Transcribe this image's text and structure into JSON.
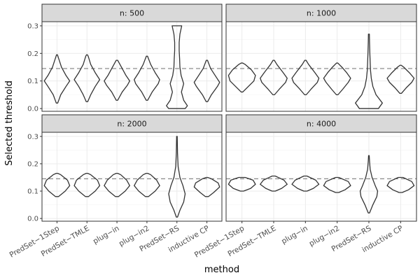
{
  "chart_data": {
    "type": "violin",
    "xlabel": "method",
    "ylabel": "Selected threshold",
    "ylim": [
      -0.01,
      0.315
    ],
    "yticks": [
      0.0,
      0.1,
      0.2,
      0.3
    ],
    "ytick_labels": [
      "0.0",
      "0.1",
      "0.2",
      "0.3"
    ],
    "reference_line": 0.145,
    "grid": true,
    "categories": [
      "PredSet−1Step",
      "PredSet−TMLE",
      "plug−in",
      "plug−in2",
      "PredSet−RS",
      "inductive CP"
    ],
    "colors": {
      "violin": "#333333",
      "panel_border": "#333333",
      "strip_fill": "#d9d9d9",
      "grid": "#ebebeb",
      "refline": "#808080"
    },
    "facets": [
      {
        "label": "n: 500",
        "violins": [
          {
            "profile": [
              [
                0.02,
                0.05
              ],
              [
                0.05,
                0.25
              ],
              [
                0.08,
                0.6
              ],
              [
                0.1,
                0.85
              ],
              [
                0.12,
                0.6
              ],
              [
                0.15,
                0.3
              ],
              [
                0.18,
                0.12
              ],
              [
                0.195,
                0.03
              ]
            ]
          },
          {
            "profile": [
              [
                0.025,
                0.05
              ],
              [
                0.05,
                0.25
              ],
              [
                0.08,
                0.55
              ],
              [
                0.105,
                0.85
              ],
              [
                0.13,
                0.55
              ],
              [
                0.16,
                0.25
              ],
              [
                0.19,
                0.08
              ],
              [
                0.195,
                0.03
              ]
            ]
          },
          {
            "profile": [
              [
                0.03,
                0.05
              ],
              [
                0.06,
                0.35
              ],
              [
                0.085,
                0.7
              ],
              [
                0.1,
                0.85
              ],
              [
                0.12,
                0.6
              ],
              [
                0.15,
                0.3
              ],
              [
                0.175,
                0.05
              ]
            ]
          },
          {
            "profile": [
              [
                0.03,
                0.05
              ],
              [
                0.06,
                0.35
              ],
              [
                0.09,
                0.75
              ],
              [
                0.105,
                0.85
              ],
              [
                0.13,
                0.55
              ],
              [
                0.16,
                0.25
              ],
              [
                0.19,
                0.04
              ]
            ]
          },
          {
            "profile": [
              [
                0.0,
                0.55
              ],
              [
                0.01,
                0.7
              ],
              [
                0.03,
                0.45
              ],
              [
                0.06,
                0.3
              ],
              [
                0.09,
                0.45
              ],
              [
                0.12,
                0.28
              ],
              [
                0.15,
                0.2
              ],
              [
                0.18,
                0.18
              ],
              [
                0.21,
                0.15
              ],
              [
                0.24,
                0.15
              ],
              [
                0.27,
                0.2
              ],
              [
                0.29,
                0.28
              ],
              [
                0.3,
                0.32
              ]
            ]
          },
          {
            "profile": [
              [
                0.025,
                0.05
              ],
              [
                0.05,
                0.3
              ],
              [
                0.08,
                0.7
              ],
              [
                0.095,
                0.85
              ],
              [
                0.12,
                0.55
              ],
              [
                0.145,
                0.25
              ],
              [
                0.175,
                0.04
              ]
            ]
          }
        ]
      },
      {
        "label": "n: 1000",
        "violins": [
          {
            "profile": [
              [
                0.06,
                0.05
              ],
              [
                0.08,
                0.4
              ],
              [
                0.1,
                0.75
              ],
              [
                0.12,
                0.85
              ],
              [
                0.14,
                0.6
              ],
              [
                0.16,
                0.2
              ],
              [
                0.165,
                0.05
              ]
            ]
          },
          {
            "profile": [
              [
                0.05,
                0.05
              ],
              [
                0.07,
                0.35
              ],
              [
                0.095,
                0.75
              ],
              [
                0.11,
                0.85
              ],
              [
                0.13,
                0.6
              ],
              [
                0.16,
                0.2
              ],
              [
                0.175,
                0.04
              ]
            ]
          },
          {
            "profile": [
              [
                0.05,
                0.05
              ],
              [
                0.07,
                0.35
              ],
              [
                0.095,
                0.75
              ],
              [
                0.11,
                0.85
              ],
              [
                0.13,
                0.6
              ],
              [
                0.16,
                0.2
              ],
              [
                0.175,
                0.04
              ]
            ]
          },
          {
            "profile": [
              [
                0.05,
                0.05
              ],
              [
                0.07,
                0.35
              ],
              [
                0.095,
                0.7
              ],
              [
                0.11,
                0.85
              ],
              [
                0.13,
                0.6
              ],
              [
                0.15,
                0.3
              ],
              [
                0.165,
                0.04
              ]
            ]
          },
          {
            "profile": [
              [
                0.0,
                0.6
              ],
              [
                0.02,
                0.85
              ],
              [
                0.05,
                0.45
              ],
              [
                0.08,
                0.25
              ],
              [
                0.11,
                0.15
              ],
              [
                0.14,
                0.1
              ],
              [
                0.17,
                0.08
              ],
              [
                0.2,
                0.06
              ],
              [
                0.24,
                0.04
              ],
              [
                0.27,
                0.03
              ]
            ]
          },
          {
            "profile": [
              [
                0.055,
                0.05
              ],
              [
                0.075,
                0.35
              ],
              [
                0.095,
                0.7
              ],
              [
                0.11,
                0.85
              ],
              [
                0.13,
                0.55
              ],
              [
                0.15,
                0.2
              ],
              [
                0.157,
                0.04
              ]
            ]
          }
        ]
      },
      {
        "label": "n: 2000",
        "violins": [
          {
            "profile": [
              [
                0.08,
                0.1
              ],
              [
                0.1,
                0.55
              ],
              [
                0.12,
                0.85
              ],
              [
                0.14,
                0.7
              ],
              [
                0.16,
                0.25
              ],
              [
                0.165,
                0.05
              ]
            ]
          },
          {
            "profile": [
              [
                0.08,
                0.1
              ],
              [
                0.1,
                0.55
              ],
              [
                0.12,
                0.85
              ],
              [
                0.14,
                0.7
              ],
              [
                0.16,
                0.25
              ],
              [
                0.165,
                0.05
              ]
            ]
          },
          {
            "profile": [
              [
                0.08,
                0.1
              ],
              [
                0.1,
                0.55
              ],
              [
                0.12,
                0.85
              ],
              [
                0.14,
                0.65
              ],
              [
                0.16,
                0.25
              ],
              [
                0.165,
                0.05
              ]
            ]
          },
          {
            "profile": [
              [
                0.08,
                0.1
              ],
              [
                0.1,
                0.55
              ],
              [
                0.12,
                0.85
              ],
              [
                0.14,
                0.65
              ],
              [
                0.16,
                0.25
              ],
              [
                0.165,
                0.05
              ]
            ]
          },
          {
            "profile": [
              [
                0.005,
                0.04
              ],
              [
                0.03,
                0.2
              ],
              [
                0.06,
                0.45
              ],
              [
                0.09,
                0.55
              ],
              [
                0.12,
                0.4
              ],
              [
                0.15,
                0.2
              ],
              [
                0.19,
                0.08
              ],
              [
                0.24,
                0.04
              ],
              [
                0.3,
                0.02
              ]
            ]
          },
          {
            "profile": [
              [
                0.08,
                0.1
              ],
              [
                0.095,
                0.45
              ],
              [
                0.115,
                0.85
              ],
              [
                0.13,
                0.75
              ],
              [
                0.145,
                0.3
              ],
              [
                0.15,
                0.05
              ]
            ]
          }
        ]
      },
      {
        "label": "n: 4000",
        "violins": [
          {
            "profile": [
              [
                0.1,
                0.1
              ],
              [
                0.11,
                0.55
              ],
              [
                0.125,
                0.85
              ],
              [
                0.14,
                0.7
              ],
              [
                0.15,
                0.2
              ]
            ]
          },
          {
            "profile": [
              [
                0.1,
                0.1
              ],
              [
                0.11,
                0.5
              ],
              [
                0.125,
                0.85
              ],
              [
                0.14,
                0.65
              ],
              [
                0.155,
                0.1
              ]
            ]
          },
          {
            "profile": [
              [
                0.1,
                0.1
              ],
              [
                0.11,
                0.5
              ],
              [
                0.125,
                0.85
              ],
              [
                0.14,
                0.65
              ],
              [
                0.155,
                0.1
              ]
            ]
          },
          {
            "profile": [
              [
                0.095,
                0.1
              ],
              [
                0.105,
                0.5
              ],
              [
                0.12,
                0.85
              ],
              [
                0.135,
                0.7
              ],
              [
                0.15,
                0.1
              ]
            ]
          },
          {
            "profile": [
              [
                0.02,
                0.04
              ],
              [
                0.05,
                0.25
              ],
              [
                0.08,
                0.5
              ],
              [
                0.1,
                0.55
              ],
              [
                0.12,
                0.4
              ],
              [
                0.15,
                0.2
              ],
              [
                0.18,
                0.08
              ],
              [
                0.21,
                0.04
              ],
              [
                0.23,
                0.02
              ]
            ]
          },
          {
            "profile": [
              [
                0.095,
                0.1
              ],
              [
                0.105,
                0.5
              ],
              [
                0.12,
                0.85
              ],
              [
                0.135,
                0.7
              ],
              [
                0.15,
                0.15
              ]
            ]
          }
        ]
      }
    ]
  }
}
